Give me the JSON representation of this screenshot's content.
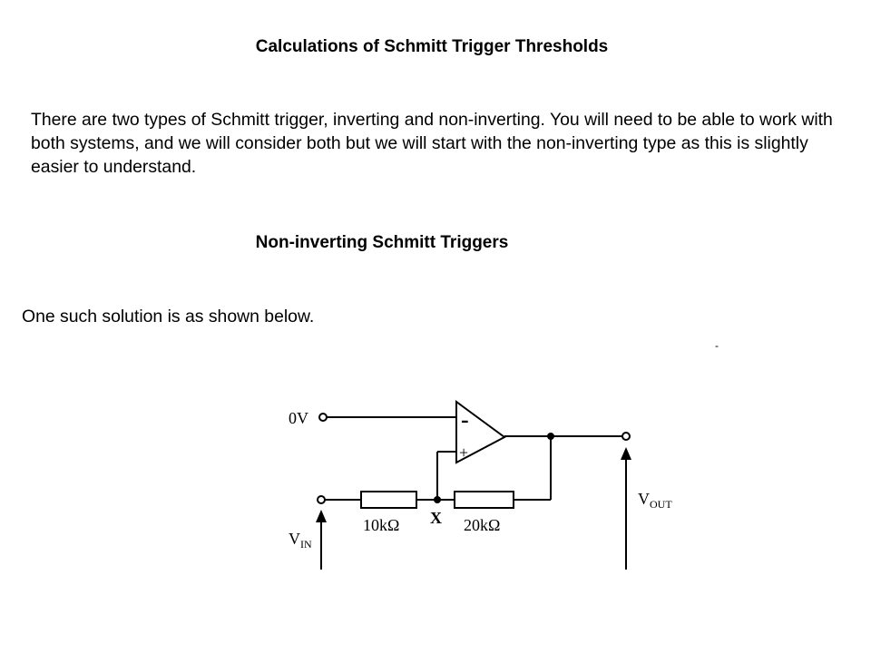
{
  "title": "Calculations of Schmitt Trigger Thresholds",
  "intro": "There are two types of Schmitt trigger, inverting and non-inverting. You will need to be able to work with both systems, and we will consider both but we will start with the non-inverting type as this is slightly easier to understand.",
  "section_heading": "Non-inverting Schmitt Triggers",
  "caption": "One such solution is as shown below.",
  "stray_mark": "-",
  "circuit": {
    "ground_label": "0V",
    "minus_sign": "-",
    "plus_sign": "+",
    "resistor1_value": "10kΩ",
    "resistor2_value": "20kΩ",
    "node_label": "X",
    "vin_main": "V",
    "vin_sub": "IN",
    "vout_main": "V",
    "vout_sub": "OUT"
  }
}
